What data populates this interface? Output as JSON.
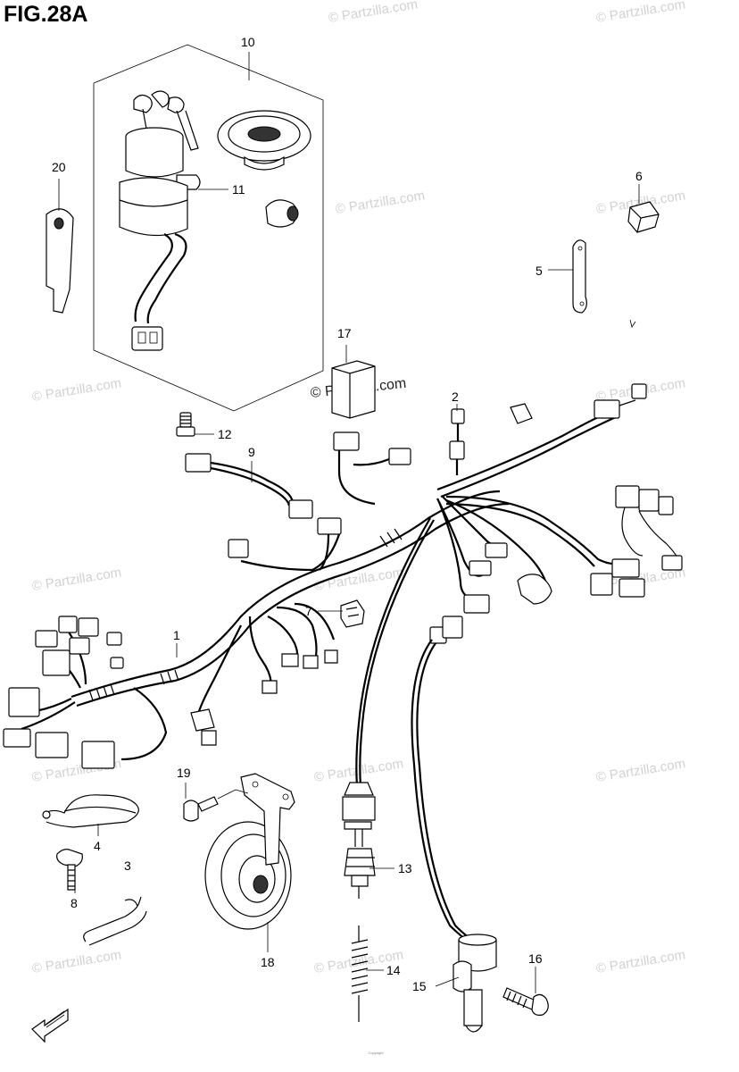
{
  "figure": {
    "title": "FIG.28A"
  },
  "watermarks": {
    "text": "© Partzilla.com",
    "strong_text": "© Partzilla.com"
  },
  "callouts": {
    "c1": "1",
    "c2": "2",
    "c3": "3",
    "c4": "4",
    "c5": "5",
    "c6": "6",
    "c7": "7",
    "c8": "8",
    "c9": "9",
    "c10": "10",
    "c11": "11",
    "c12": "12",
    "c13": "13",
    "c14": "14",
    "c15": "15",
    "c16": "16",
    "c17": "17",
    "c18": "18",
    "c19": "19",
    "c20": "20"
  },
  "footer": {
    "copyright": "Copyright"
  },
  "icons": {
    "front_arrow": "front-direction-arrow-icon"
  },
  "colors": {
    "line": "#000000",
    "watermark": "#d2d2d2"
  }
}
